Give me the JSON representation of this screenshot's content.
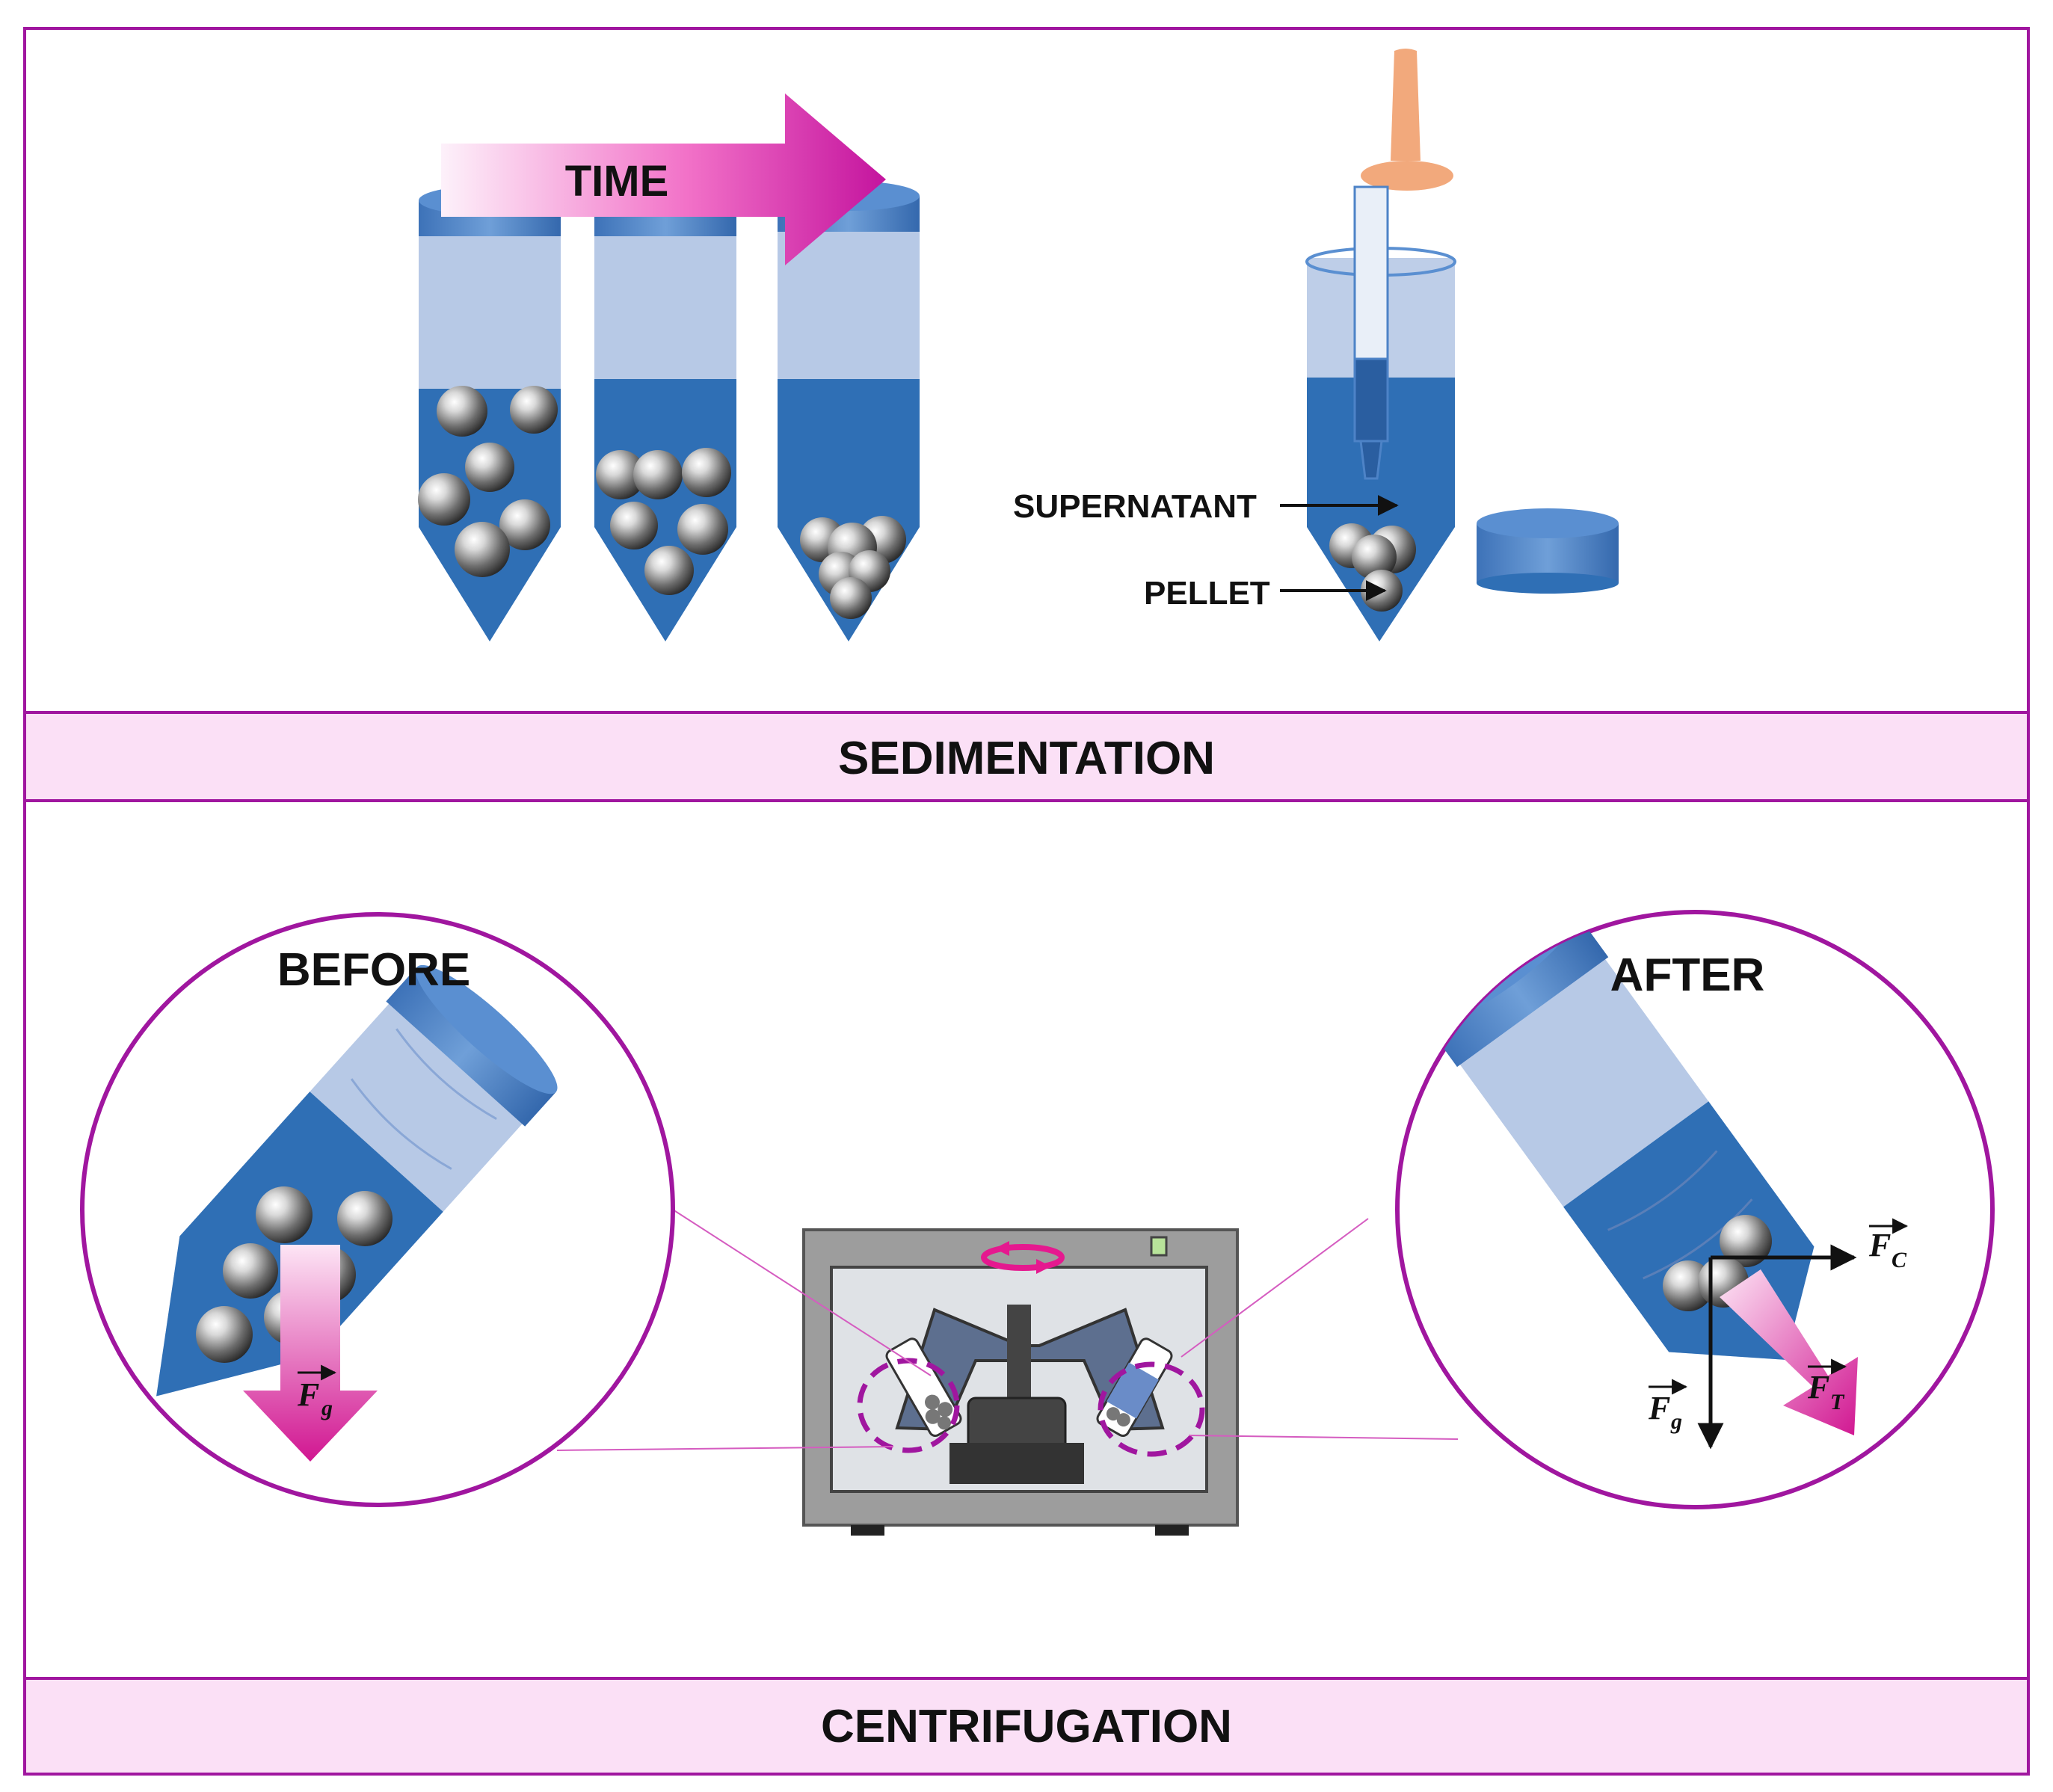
{
  "colors": {
    "frame": "#a0169f",
    "band": "#fbe0f6",
    "liquid": "#2f6fb5",
    "liquid_light": "#b7c9e6",
    "cap": "#4d83c7",
    "bulb": "#f2a97c",
    "arrow_pink": "#e5198f",
    "centrifuge_body": "#9d9d9d",
    "centrifuge_inner": "#dfe2e6"
  },
  "sedimentation": {
    "band_label": "SEDIMENTATION",
    "time_arrow_label": "TIME",
    "supernatant_label": "SUPERNATANT",
    "pellet_label": "PELLET"
  },
  "centrifugation": {
    "band_label": "CENTRIFUGATION",
    "before_label": "BEFORE",
    "after_label": "AFTER",
    "forces": {
      "gravity": {
        "base": "F",
        "sub": "g"
      },
      "centrifugal": {
        "base": "F",
        "sub": "C"
      },
      "total": {
        "base": "F",
        "sub": "T"
      }
    }
  }
}
